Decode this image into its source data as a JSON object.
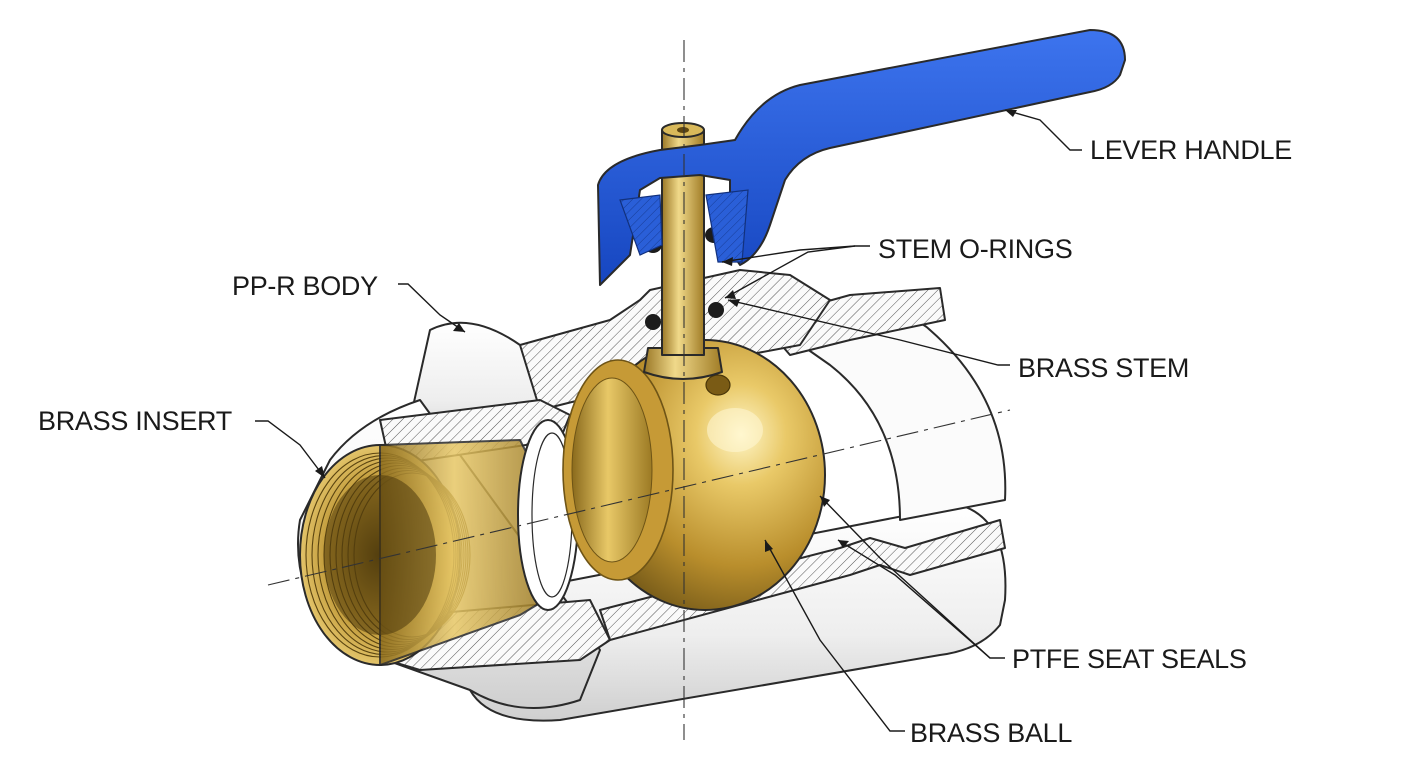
{
  "labels": {
    "lever_handle": "LEVER HANDLE",
    "stem_o_rings": "STEM O-RINGS",
    "pp_r_body": "PP-R BODY",
    "brass_stem": "BRASS STEM",
    "brass_insert": "BRASS INSERT",
    "ptfe_seat_seals": "PTFE SEAT SEALS",
    "brass_ball": "BRASS BALL"
  },
  "colors": {
    "handle_blue": "#1f55d6",
    "brass": "#c9a23a",
    "body_white": "#f2f2f2",
    "hatch": "#555555"
  }
}
